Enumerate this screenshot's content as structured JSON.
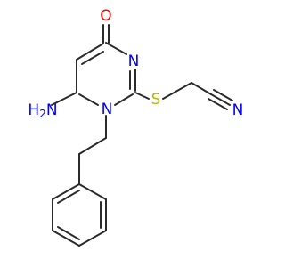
{
  "molecule": {
    "colors": {
      "bond": "#2b2b2b",
      "oxygen": "#ff0000",
      "nitrogen": "#0000ff",
      "sulfur": "#b8b800"
    },
    "atoms": {
      "carbonyl_oxygen": "O",
      "ring_nitrogen_3": "N",
      "ring_nitrogen_1": "N",
      "thioether_sulfur": "S",
      "nitrile_nitrogen": "N",
      "amino_group": "H2N"
    }
  }
}
